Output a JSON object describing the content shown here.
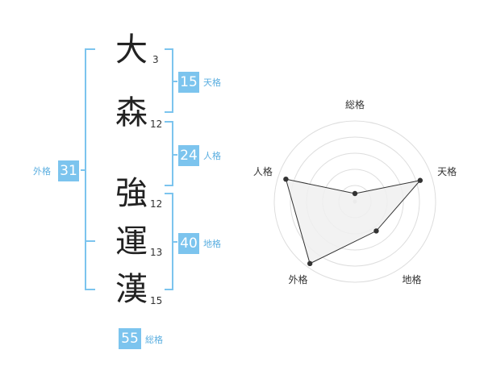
{
  "name": {
    "chars": [
      {
        "char": "大",
        "strokes": "3"
      },
      {
        "char": "森",
        "strokes": "12"
      },
      {
        "char": "強",
        "strokes": "12"
      },
      {
        "char": "運",
        "strokes": "13"
      },
      {
        "char": "漢",
        "strokes": "15"
      }
    ]
  },
  "fortunes": {
    "tenkaku": {
      "label": "天格",
      "value": "15"
    },
    "jinkaku": {
      "label": "人格",
      "value": "24"
    },
    "chikaku": {
      "label": "地格",
      "value": "40"
    },
    "gaikaku": {
      "label": "外格",
      "value": "31"
    },
    "soukaku": {
      "label": "総格",
      "value": "55"
    }
  },
  "chart_data": {
    "type": "radar",
    "axes": [
      "総格",
      "天格",
      "地格",
      "外格",
      "人格"
    ],
    "values": [
      0.1,
      0.85,
      0.45,
      0.95,
      0.9
    ],
    "range": [
      0,
      1
    ],
    "rings": 5,
    "fill_color": "#f0f0f0",
    "line_color": "#333333",
    "ring_color": "#dddddd"
  }
}
